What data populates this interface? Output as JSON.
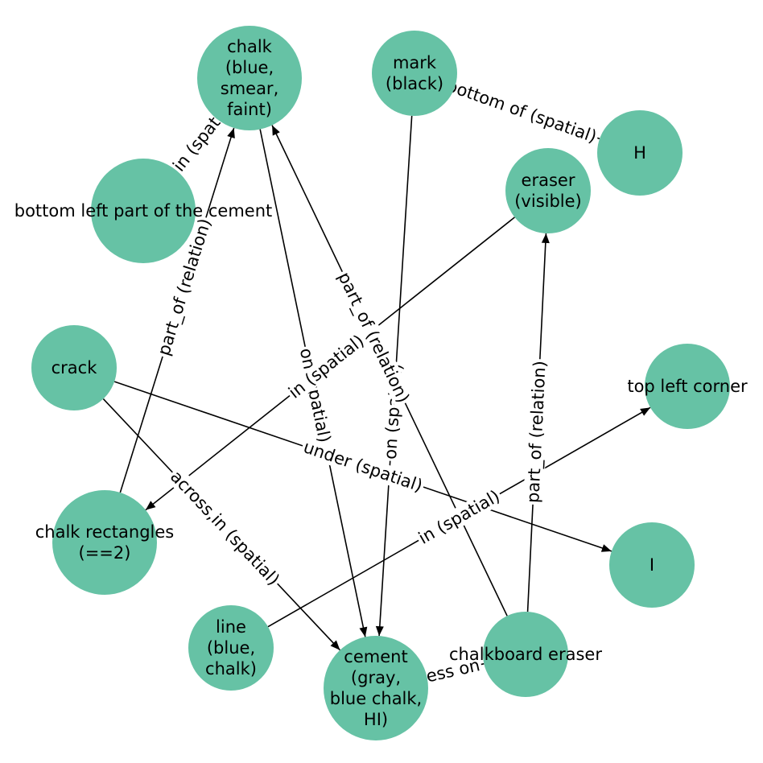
{
  "graph": {
    "nodes": [
      {
        "id": "chalk",
        "label": [
          "chalk",
          "(blue,",
          "smear,",
          "faint)"
        ]
      },
      {
        "id": "mark",
        "label": [
          "mark",
          "(black)"
        ]
      },
      {
        "id": "H",
        "label": [
          "H"
        ]
      },
      {
        "id": "eraser",
        "label": [
          "eraser",
          "(visible)"
        ]
      },
      {
        "id": "bottom_left",
        "label": [
          "bottom left part of the cement"
        ]
      },
      {
        "id": "crack",
        "label": [
          "crack"
        ]
      },
      {
        "id": "top_left",
        "label": [
          "top left corner"
        ]
      },
      {
        "id": "chalk_rect",
        "label": [
          "chalk rectangles",
          "(==2)"
        ]
      },
      {
        "id": "I",
        "label": [
          "I"
        ]
      },
      {
        "id": "line",
        "label": [
          "line",
          "(blue,",
          "chalk)"
        ]
      },
      {
        "id": "cement",
        "label": [
          "cement",
          "(gray,",
          "blue chalk,",
          "HI)"
        ]
      },
      {
        "id": "chalkboard_eraser",
        "label": [
          "chalkboard eraser"
        ]
      }
    ],
    "edges": [
      {
        "source": "chalk_rect",
        "target": "chalk",
        "label": "part_of (relation)"
      },
      {
        "source": "chalk",
        "target": "cement",
        "label": "on (spatial)"
      },
      {
        "source": "bottom_left",
        "target": "chalk",
        "label": "in (spatial)"
      },
      {
        "source": "mark",
        "target": "H",
        "label": "on,bottom of (spatial)"
      },
      {
        "source": "mark",
        "target": "cement",
        "label": "on (spatial)"
      },
      {
        "source": "eraser",
        "target": "chalk_rect",
        "label": "in (spatial)"
      },
      {
        "source": "chalkboard_eraser",
        "target": "chalk",
        "label": "part_of (relation)"
      },
      {
        "source": "chalkboard_eraser",
        "target": "eraser",
        "label": "part_of (relation)"
      },
      {
        "source": "chalkboard_eraser",
        "target": "cement",
        "label": "less on"
      },
      {
        "source": "crack",
        "target": "cement",
        "label": "across,in (spatial)"
      },
      {
        "source": "crack",
        "target": "I",
        "label": "under (spatial)"
      },
      {
        "source": "line",
        "target": "top_left",
        "label": "in (spatial)"
      }
    ]
  }
}
